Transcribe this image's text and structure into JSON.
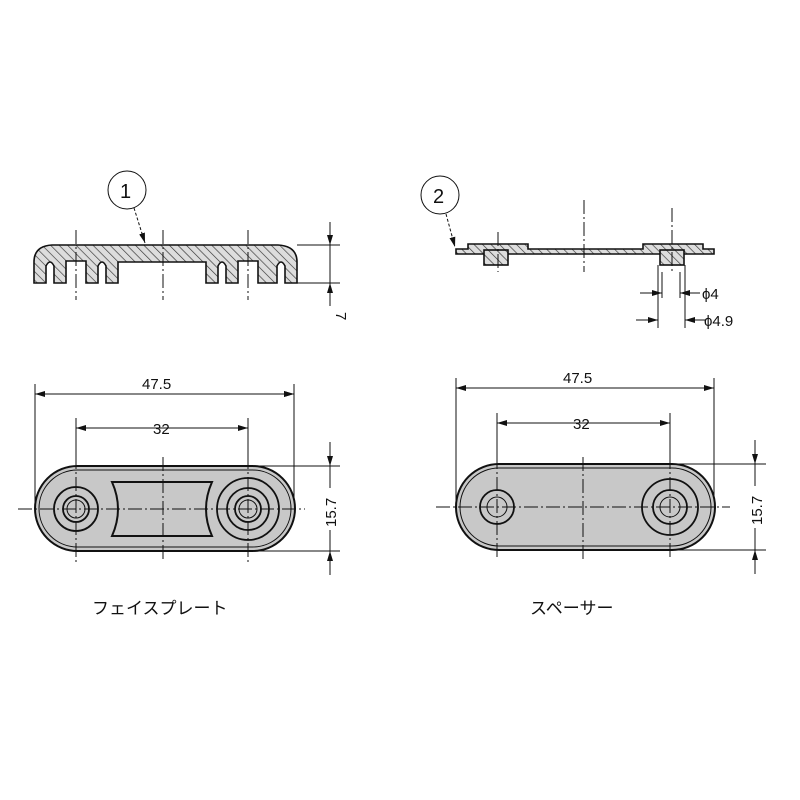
{
  "parts": [
    {
      "balloon": "1",
      "name": "フェイスプレート",
      "dims": {
        "length": "47.5",
        "pitch": "32",
        "width": "15.7",
        "height": "7"
      }
    },
    {
      "balloon": "2",
      "name": "スペーサー",
      "dims": {
        "length": "47.5",
        "pitch": "32",
        "width": "15.7",
        "hole_inner": "ϕ4",
        "hole_outer": "ϕ4.9"
      }
    }
  ]
}
